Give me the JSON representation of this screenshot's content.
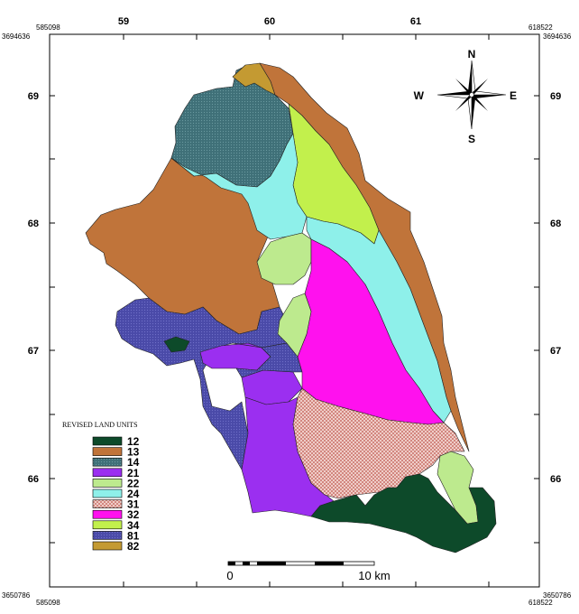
{
  "map": {
    "corner_coords": {
      "top_left_x": "585098",
      "top_left_y": "3694636",
      "top_right_x": "618522",
      "top_right_y": "3694636",
      "bottom_left_x": "585098",
      "bottom_left_y": "3650786",
      "bottom_right_x": "618522",
      "bottom_right_y": "3650786"
    },
    "x_ticks": [
      "59",
      "60",
      "61"
    ],
    "y_ticks": [
      "69",
      "68",
      "67",
      "66"
    ],
    "compass": {
      "n": "N",
      "s": "S",
      "e": "E",
      "w": "W",
      "icon": "compass-rose-icon"
    },
    "scale_bar": {
      "start_label": "0",
      "end_label": "10 km"
    },
    "legend": {
      "title": "REVISED LAND UNITS",
      "items": [
        {
          "code": "12",
          "color": "#0d4a2a",
          "pattern": "solid"
        },
        {
          "code": "13",
          "color": "#c0743a",
          "pattern": "solid"
        },
        {
          "code": "14",
          "color": "#3f7078",
          "pattern": "dots"
        },
        {
          "code": "21",
          "color": "#9b2ff0",
          "pattern": "solid"
        },
        {
          "code": "22",
          "color": "#bdea8e",
          "pattern": "solid"
        },
        {
          "code": "24",
          "color": "#8ef0ea",
          "pattern": "solid"
        },
        {
          "code": "31",
          "color": "#e9b3ad",
          "pattern": "hatch"
        },
        {
          "code": "32",
          "color": "#ff11ee",
          "pattern": "solid"
        },
        {
          "code": "34",
          "color": "#c2f04c",
          "pattern": "solid"
        },
        {
          "code": "81",
          "color": "#4a4aa8",
          "pattern": "dots"
        },
        {
          "code": "82",
          "color": "#c49a32",
          "pattern": "solid"
        }
      ]
    }
  }
}
